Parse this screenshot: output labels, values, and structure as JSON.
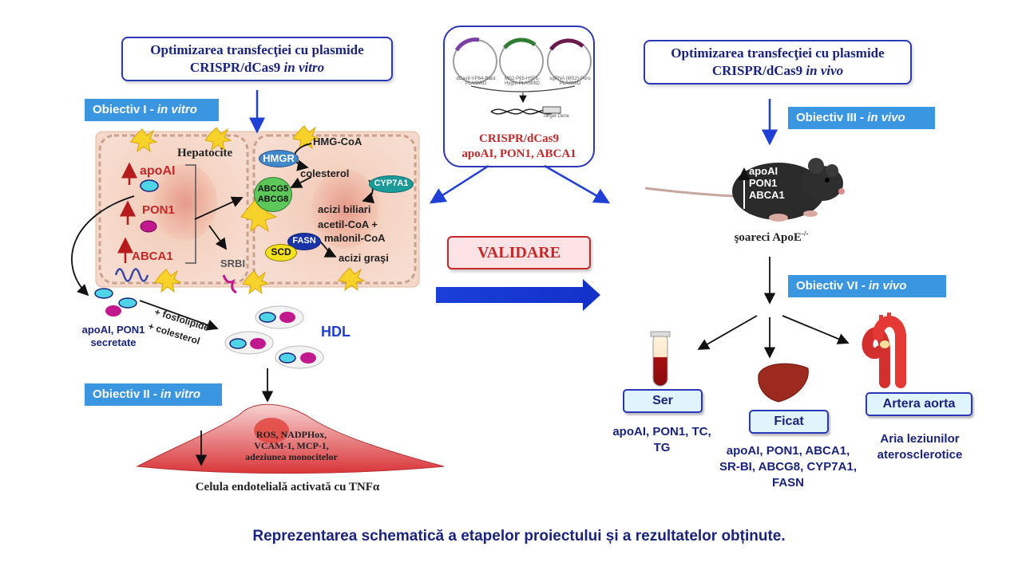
{
  "top_left_box": {
    "line1": "Optimizarea  transfecţiei cu plasmide",
    "line2_prefix": "CRISPR/dCas9 ",
    "line2_italic": "in vitro"
  },
  "top_right_box": {
    "line1": "Optimizarea  transfecţiei cu plasmide",
    "line2_prefix": "CRISPR/dCas9 ",
    "line2_italic": "in vivo"
  },
  "objectives": {
    "o1_prefix": "Obiectiv I - ",
    "o1_italic": "in vitro",
    "o2_prefix": "Obiectiv II - ",
    "o2_italic": "in vitro",
    "o3_prefix": "Obiectiv III - ",
    "o3_italic": "in vivo",
    "o6_prefix": "Obiectiv VI - ",
    "o6_italic": "in vivo"
  },
  "center_box": {
    "plasmid1": "dCas9-VP64-Blast PLASMID",
    "plasmid2": "MS2-P65-HSF1-Hygro PLASMID",
    "plasmid3": "sgRNA (MS2)-Puro PLASMID",
    "target_gene": "Target Gene",
    "line1": "CRISPR/dCas9",
    "line2": "apoAI,  PON1, ABCA1"
  },
  "validation": "VALIDARE",
  "hepatocyte": {
    "title": "Hepatocite",
    "apoai": "apoAI",
    "pon1": "PON1",
    "abca1": "ABCA1",
    "srbi": "SRBI",
    "hmgr": "HMGR",
    "hmgcoa": "HMG-CoA",
    "colesterol": "colesterol",
    "cyp7a1": "CYP7A1",
    "abcg5": "ABCG5",
    "abcg8": "ABCG8",
    "acizi_biliari": "acizi biliari",
    "acetil": "acetil-CoA +",
    "malonil": "malonil-CoA",
    "fasn": "FASN",
    "scd": "SCD",
    "acizi_grasi": "acizi graşi"
  },
  "secreted": {
    "line1": "apoAI, PON1",
    "line2": "secretate"
  },
  "plus_fosfolipide": "+ fosfolipide",
  "plus_colesterol": "+ colesterol",
  "hdl": "HDL",
  "endothelial": {
    "line1": "ROS, NADPHox,",
    "line2": "VCAM-1, MCP-1,",
    "line3": "adeziunea monocitelor",
    "caption": "Celula endotelială activată cu TNFα"
  },
  "mouse": {
    "l1": "apoAI",
    "l2": "PON1",
    "l3": "ABCA1",
    "caption_prefix": "şoareci ApoE",
    "caption_sup": "-/-"
  },
  "results": {
    "ser": "Ser",
    "ser_text1": "apoAI, PON1, TC,",
    "ser_text2": "TG",
    "ficat": "Ficat",
    "ficat_text1": "apoAI, PON1, ABCA1,",
    "ficat_text2": "SR-BI, ABCG8, CYP7A1,",
    "ficat_text3": "FASN",
    "aorta": "Artera aorta",
    "aorta_text1": "Aria leziunilor",
    "aorta_text2": "aterosclerotice"
  },
  "caption": "Reprezentarea schematică a etapelor proiectului și a rezultatelor obținute.",
  "colors": {
    "navy": "#1a237e",
    "blue_label": "#3a96e0",
    "red": "#c62828",
    "arrow_blue": "#1f3fd6"
  }
}
